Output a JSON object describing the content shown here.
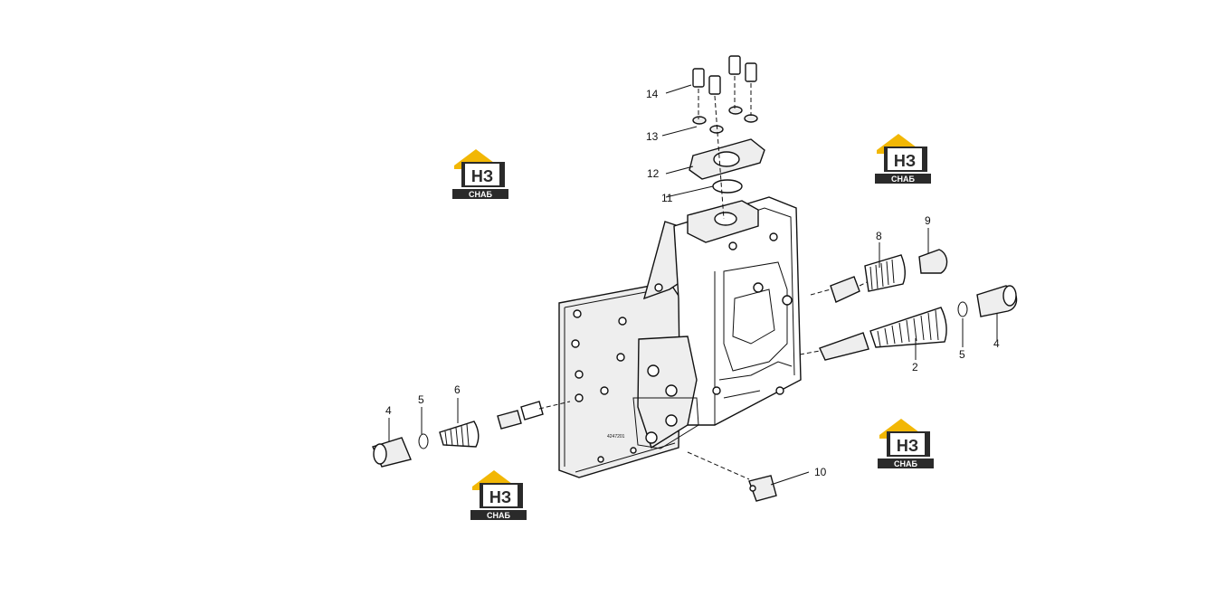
{
  "callouts": [
    "14",
    "13",
    "12",
    "11",
    "9",
    "8",
    "2",
    "5",
    "4",
    "10",
    "6",
    "5",
    "4"
  ],
  "housing_marking": "4247201",
  "watermark": {
    "text_top": "НЗ",
    "text_bottom": "СНАБ",
    "accent": "#f2b705",
    "dark": "#2a2a2a"
  }
}
